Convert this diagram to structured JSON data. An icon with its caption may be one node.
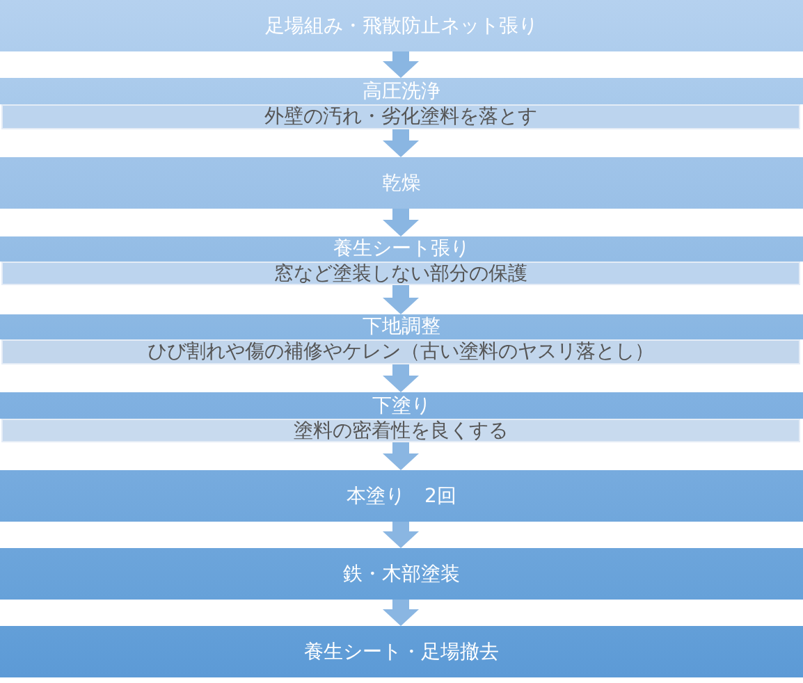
{
  "diagram": {
    "nodes": [
      {
        "text": [
          "足場組み・飛散防止ネット張り"
        ]
      },
      {
        "text": [
          "高圧洗浄",
          "外壁の汚れ・劣化塗料を落とす"
        ]
      },
      {
        "text": [
          "乾燥"
        ]
      },
      {
        "text": [
          "養生シート張り",
          "窓など塗装しない部分の保護"
        ]
      },
      {
        "text": [
          "下地調整",
          "ひび割れや傷の補修やケレン（古い塗料のヤスリ落とし）"
        ]
      },
      {
        "text": [
          "下塗り",
          "塗料の密着性を良くする"
        ]
      },
      {
        "text": [
          "本塗り　2回"
        ]
      },
      {
        "text": [
          "鉄・木部塗装"
        ]
      },
      {
        "text": [
          "養生シート・足場撤去"
        ]
      }
    ],
    "edges": [
      {
        "from": 0,
        "to": 1,
        "arrow": "to"
      },
      {
        "from": 1,
        "to": 2,
        "arrow": "to"
      },
      {
        "from": 2,
        "to": 3,
        "arrow": "to"
      },
      {
        "from": 3,
        "to": 4,
        "arrow": "to"
      },
      {
        "from": 4,
        "to": 5,
        "arrow": "to"
      },
      {
        "from": 5,
        "to": 6,
        "arrow": "to"
      },
      {
        "from": 6,
        "to": 7,
        "arrow": "to"
      },
      {
        "from": 7,
        "to": 8,
        "arrow": "to"
      }
    ]
  }
}
